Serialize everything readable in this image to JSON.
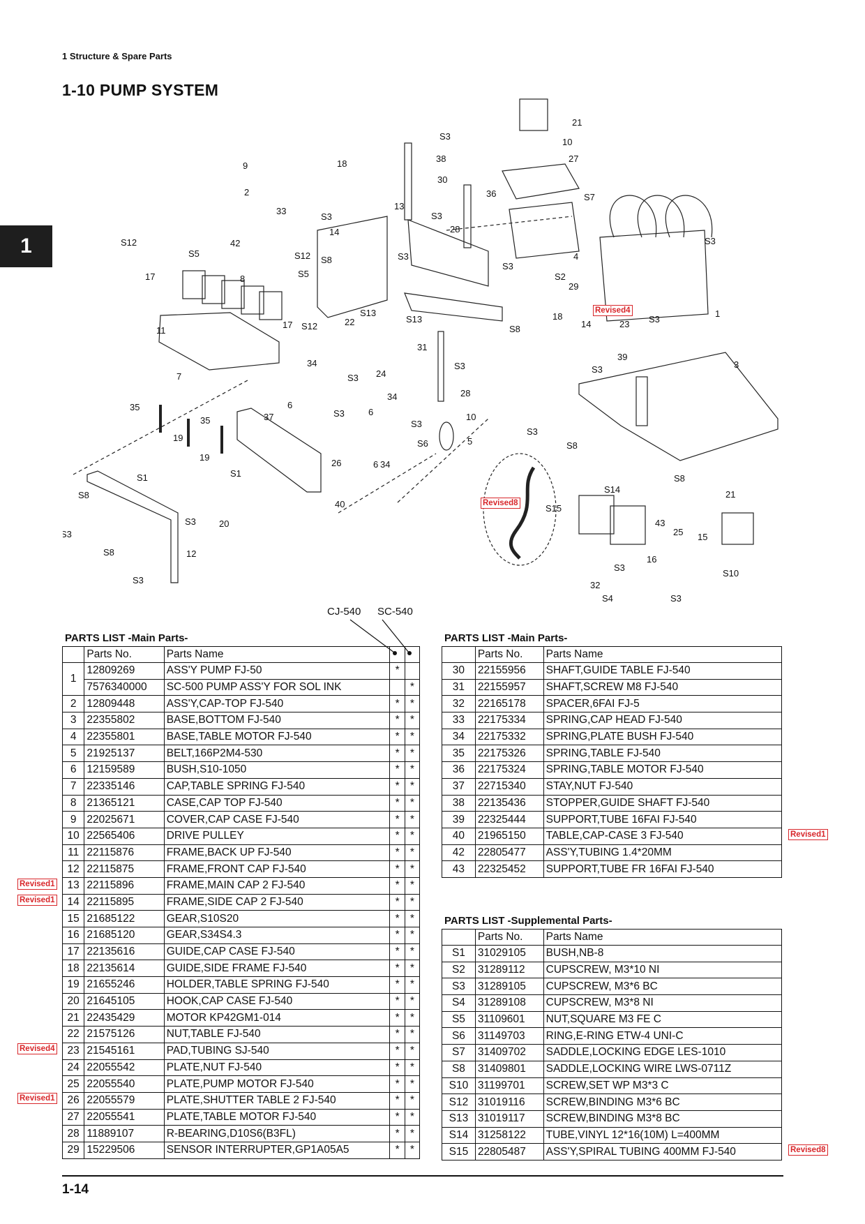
{
  "header": {
    "section": "1  Structure & Spare Parts",
    "title": "1-10 PUMP SYSTEM",
    "chapter_tab": "1"
  },
  "diagram": {
    "callouts": [
      "21",
      "10",
      "27",
      "S3",
      "38",
      "30",
      "9",
      "18",
      "2",
      "36",
      "S7",
      "13",
      "S3",
      "33",
      "S3",
      "28",
      "S3",
      "42",
      "S12",
      "14",
      "S12",
      "S8",
      "S3",
      "4",
      "S5",
      "S3",
      "S2",
      "8",
      "S5",
      "29",
      "17",
      "Revised4",
      "S13",
      "S13",
      "18",
      "1",
      "17",
      "S12",
      "22",
      "23",
      "S3",
      "11",
      "14",
      "S8",
      "31",
      "39",
      "S3",
      "34",
      "S3",
      "24",
      "3",
      "7",
      "34",
      "S3",
      "6",
      "28",
      "35",
      "37",
      "S3",
      "6",
      "S3",
      "10",
      "19",
      "35",
      "S6",
      "5",
      "S3",
      "S8",
      "19",
      "26",
      "34",
      "S8",
      "S1",
      "S1",
      "40",
      "S14",
      "21",
      "S8",
      "Revised8",
      "S15",
      "43",
      "S3",
      "20",
      "25",
      "15",
      "S3",
      "S8",
      "12",
      "16",
      "S3",
      "S10",
      "S3",
      "32",
      "S4",
      "S3"
    ],
    "revision_tags": [
      "Revised4",
      "Revised8"
    ]
  },
  "model_labels": {
    "cj": "CJ-540",
    "sc": "SC-540"
  },
  "main_parts_left": {
    "title": "PARTS LIST  -Main Parts-",
    "col_parts_no": "Parts No.",
    "col_parts_name": "Parts Name",
    "rows": [
      {
        "no": "1",
        "pn": "12809269",
        "name": "ASS'Y PUMP FJ-50",
        "cj": "*",
        "sc": ""
      },
      {
        "no": "",
        "pn": "7576340000",
        "name": "SC-500 PUMP ASS'Y FOR SOL INK",
        "cj": "",
        "sc": "*"
      },
      {
        "no": "2",
        "pn": "12809448",
        "name": "ASS'Y,CAP-TOP FJ-540",
        "cj": "*",
        "sc": "*"
      },
      {
        "no": "3",
        "pn": "22355802",
        "name": "BASE,BOTTOM FJ-540",
        "cj": "*",
        "sc": "*"
      },
      {
        "no": "4",
        "pn": "22355801",
        "name": "BASE,TABLE MOTOR FJ-540",
        "cj": "*",
        "sc": "*"
      },
      {
        "no": "5",
        "pn": "21925137",
        "name": "BELT,166P2M4-530",
        "cj": "*",
        "sc": "*"
      },
      {
        "no": "6",
        "pn": "12159589",
        "name": "BUSH,S10-1050",
        "cj": "*",
        "sc": "*"
      },
      {
        "no": "7",
        "pn": "22335146",
        "name": "CAP,TABLE SPRING FJ-540",
        "cj": "*",
        "sc": "*"
      },
      {
        "no": "8",
        "pn": "21365121",
        "name": "CASE,CAP TOP FJ-540",
        "cj": "*",
        "sc": "*"
      },
      {
        "no": "9",
        "pn": "22025671",
        "name": "COVER,CAP CASE FJ-540",
        "cj": "*",
        "sc": "*"
      },
      {
        "no": "10",
        "pn": "22565406",
        "name": "DRIVE PULLEY",
        "cj": "*",
        "sc": "*"
      },
      {
        "no": "11",
        "pn": "22115876",
        "name": "FRAME,BACK UP FJ-540",
        "cj": "*",
        "sc": "*"
      },
      {
        "no": "12",
        "pn": "22115875",
        "name": "FRAME,FRONT CAP FJ-540",
        "cj": "*",
        "sc": "*"
      },
      {
        "no": "13",
        "pn": "22115896",
        "name": "FRAME,MAIN CAP 2 FJ-540",
        "cj": "*",
        "sc": "*",
        "rev": "Revised1"
      },
      {
        "no": "14",
        "pn": "22115895",
        "name": "FRAME,SIDE CAP 2 FJ-540",
        "cj": "*",
        "sc": "*",
        "rev": "Revised1"
      },
      {
        "no": "15",
        "pn": "21685122",
        "name": "GEAR,S10S20",
        "cj": "*",
        "sc": "*"
      },
      {
        "no": "16",
        "pn": "21685120",
        "name": "GEAR,S34S4.3",
        "cj": "*",
        "sc": "*"
      },
      {
        "no": "17",
        "pn": "22135616",
        "name": "GUIDE,CAP CASE FJ-540",
        "cj": "*",
        "sc": "*"
      },
      {
        "no": "18",
        "pn": "22135614",
        "name": "GUIDE,SIDE FRAME FJ-540",
        "cj": "*",
        "sc": "*"
      },
      {
        "no": "19",
        "pn": "21655246",
        "name": "HOLDER,TABLE SPRING FJ-540",
        "cj": "*",
        "sc": "*"
      },
      {
        "no": "20",
        "pn": "21645105",
        "name": "HOOK,CAP CASE FJ-540",
        "cj": "*",
        "sc": "*"
      },
      {
        "no": "21",
        "pn": "22435429",
        "name": "MOTOR KP42GM1-014",
        "cj": "*",
        "sc": "*"
      },
      {
        "no": "22",
        "pn": "21575126",
        "name": "NUT,TABLE FJ-540",
        "cj": "*",
        "sc": "*"
      },
      {
        "no": "23",
        "pn": "21545161",
        "name": "PAD,TUBING SJ-540",
        "cj": "*",
        "sc": "*",
        "rev": "Revised4"
      },
      {
        "no": "24",
        "pn": "22055542",
        "name": "PLATE,NUT FJ-540",
        "cj": "*",
        "sc": "*"
      },
      {
        "no": "25",
        "pn": "22055540",
        "name": "PLATE,PUMP MOTOR FJ-540",
        "cj": "*",
        "sc": "*"
      },
      {
        "no": "26",
        "pn": "22055579",
        "name": "PLATE,SHUTTER TABLE 2 FJ-540",
        "cj": "*",
        "sc": "*",
        "rev": "Revised1"
      },
      {
        "no": "27",
        "pn": "22055541",
        "name": "PLATE,TABLE MOTOR FJ-540",
        "cj": "*",
        "sc": "*"
      },
      {
        "no": "28",
        "pn": "11889107",
        "name": "R-BEARING,D10S6(B3FL)",
        "cj": "*",
        "sc": "*"
      },
      {
        "no": "29",
        "pn": "15229506",
        "name": "SENSOR INTERRUPTER,GP1A05A5",
        "cj": "*",
        "sc": "*"
      }
    ]
  },
  "main_parts_right": {
    "title": "PARTS LIST  -Main Parts-",
    "col_parts_no": "Parts No.",
    "col_parts_name": "Parts Name",
    "rows": [
      {
        "no": "30",
        "pn": "22155956",
        "name": "SHAFT,GUIDE TABLE FJ-540"
      },
      {
        "no": "31",
        "pn": "22155957",
        "name": "SHAFT,SCREW M8 FJ-540"
      },
      {
        "no": "32",
        "pn": "22165178",
        "name": "SPACER,6FAI FJ-5"
      },
      {
        "no": "33",
        "pn": "22175334",
        "name": "SPRING,CAP HEAD FJ-540"
      },
      {
        "no": "34",
        "pn": "22175332",
        "name": "SPRING,PLATE BUSH FJ-540"
      },
      {
        "no": "35",
        "pn": "22175326",
        "name": "SPRING,TABLE FJ-540"
      },
      {
        "no": "36",
        "pn": "22175324",
        "name": "SPRING,TABLE MOTOR FJ-540"
      },
      {
        "no": "37",
        "pn": "22715340",
        "name": "STAY,NUT FJ-540"
      },
      {
        "no": "38",
        "pn": "22135436",
        "name": "STOPPER,GUIDE SHAFT FJ-540"
      },
      {
        "no": "39",
        "pn": "22325444",
        "name": "SUPPORT,TUBE 16FAI FJ-540"
      },
      {
        "no": "40",
        "pn": "21965150",
        "name": "TABLE,CAP-CASE 3 FJ-540",
        "rev": "Revised1"
      },
      {
        "no": "42",
        "pn": "22805477",
        "name": "ASS'Y,TUBING 1.4*20MM"
      },
      {
        "no": "43",
        "pn": "22325452",
        "name": "SUPPORT,TUBE FR 16FAI FJ-540"
      }
    ]
  },
  "supplemental_parts": {
    "title": "PARTS LIST  -Supplemental Parts-",
    "col_parts_no": "Parts No.",
    "col_parts_name": "Parts Name",
    "rows": [
      {
        "no": "S1",
        "pn": "31029105",
        "name": "BUSH,NB-8"
      },
      {
        "no": "S2",
        "pn": "31289112",
        "name": "CUPSCREW, M3*10 NI"
      },
      {
        "no": "S3",
        "pn": "31289105",
        "name": "CUPSCREW, M3*6 BC"
      },
      {
        "no": "S4",
        "pn": "31289108",
        "name": "CUPSCREW, M3*8 NI"
      },
      {
        "no": "S5",
        "pn": "31109601",
        "name": "NUT,SQUARE M3 FE C"
      },
      {
        "no": "S6",
        "pn": "31149703",
        "name": "RING,E-RING ETW-4 UNI-C"
      },
      {
        "no": "S7",
        "pn": "31409702",
        "name": "SADDLE,LOCKING EDGE LES-1010"
      },
      {
        "no": "S8",
        "pn": "31409801",
        "name": "SADDLE,LOCKING WIRE LWS-0711Z"
      },
      {
        "no": "S10",
        "pn": "31199701",
        "name": "SCREW,SET WP M3*3 C"
      },
      {
        "no": "S12",
        "pn": "31019116",
        "name": "SCREW,BINDING M3*6 BC"
      },
      {
        "no": "S13",
        "pn": "31019117",
        "name": "SCREW,BINDING M3*8 BC"
      },
      {
        "no": "S14",
        "pn": "31258122",
        "name": "TUBE,VINYL 12*16(10M) L=400MM"
      },
      {
        "no": "S15",
        "pn": "22805487",
        "name": "ASS'Y,SPIRAL TUBING 400MM FJ-540",
        "rev": "Revised8"
      }
    ]
  },
  "footer": {
    "page_number": "1-14"
  }
}
